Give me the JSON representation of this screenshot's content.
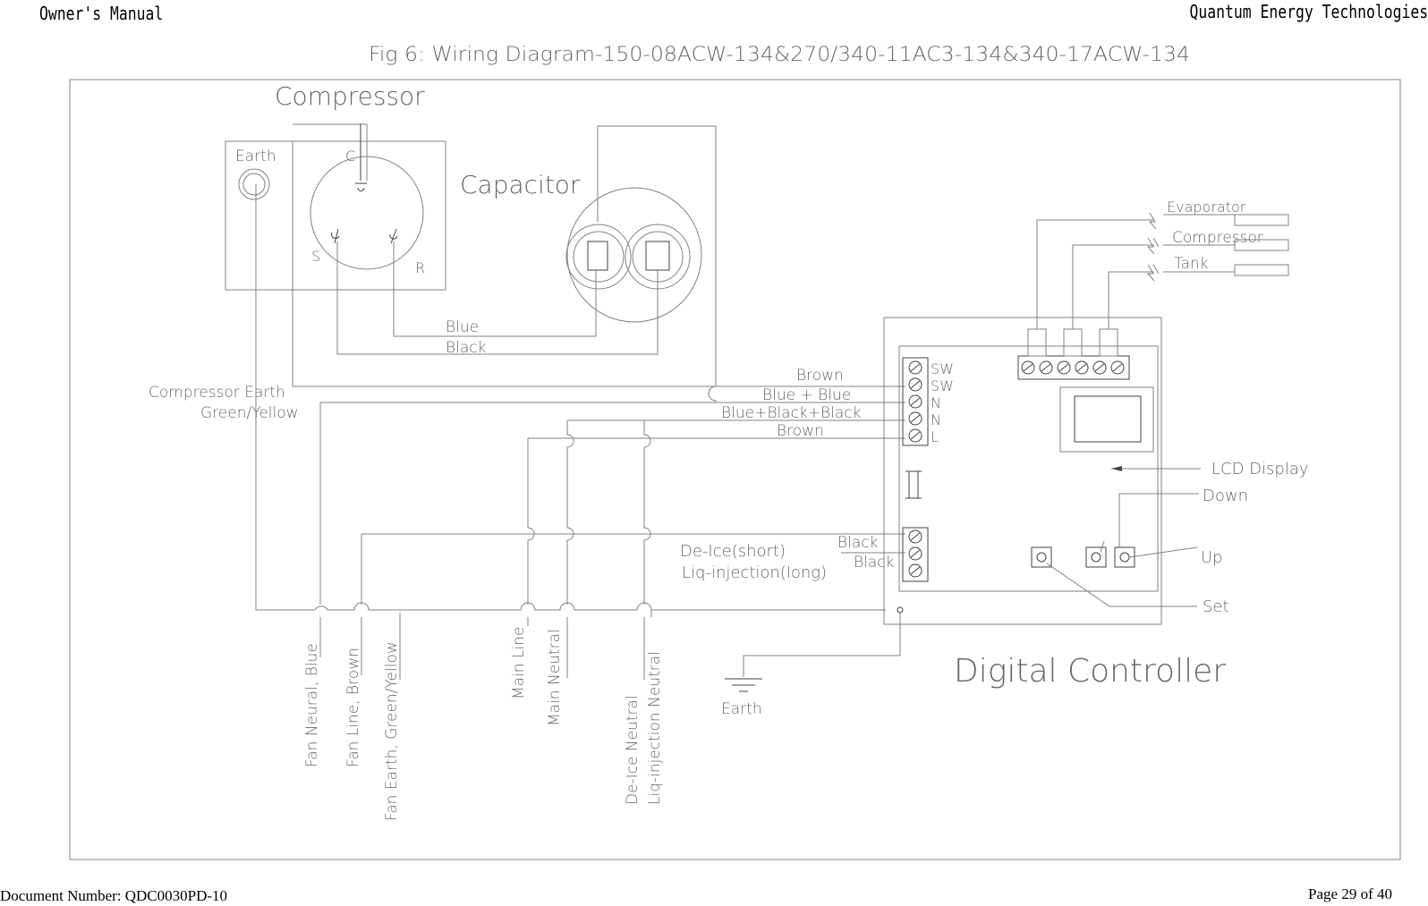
{
  "header": {
    "left": "Owner's Manual",
    "right": "Quantum Energy Technologies"
  },
  "footer": {
    "document_number": "Document Number: QDC0030PD-10",
    "page": "Page 29 of 40"
  },
  "diagram": {
    "title": "Fig 6: Wiring Diagram-150-08ACW-134&270/340-11AC3-134&340-17ACW-134",
    "compressor": {
      "label": "Compressor",
      "earth": "Earth",
      "c": "C",
      "s": "S",
      "r": "R"
    },
    "capacitor": {
      "label": "Capacitor"
    },
    "wires": {
      "blue": "Blue",
      "black": "Black",
      "compressor_earth": "Compressor Earth",
      "green_yellow": "Green/Yellow",
      "brown_top": "Brown",
      "blue_plus_blue": "Blue + Blue",
      "blue_black_black": "Blue+Black+Black",
      "brown_bottom": "Brown",
      "black_1": "Black",
      "black_2": "Black",
      "de_ice": "De-Ice(short)",
      "liq_injection": "Liq-injection(long)"
    },
    "terminals": {
      "sw1": "SW",
      "sw2": "SW",
      "n1": "N",
      "n2": "N",
      "l": "L"
    },
    "sensors": {
      "evaporator": "Evaporator",
      "compressor": "Compressor",
      "tank": "Tank"
    },
    "controller": {
      "label": "Digital Controller",
      "lcd": "LCD Display",
      "down": "Down",
      "up": "Up",
      "set": "Set"
    },
    "earth_ground": "Earth",
    "bottom_labels": {
      "fan_neutral": "Fan Neural, Blue",
      "fan_line": "Fan Line, Brown",
      "fan_earth": "Fan Earth, Green/Yellow",
      "main_line": "Main Line",
      "main_neutral": "Main Neutral",
      "de_ice_neutral": "De-Ice Neutral",
      "liq_injection_neutral": "Liq-injection Neutral"
    }
  }
}
